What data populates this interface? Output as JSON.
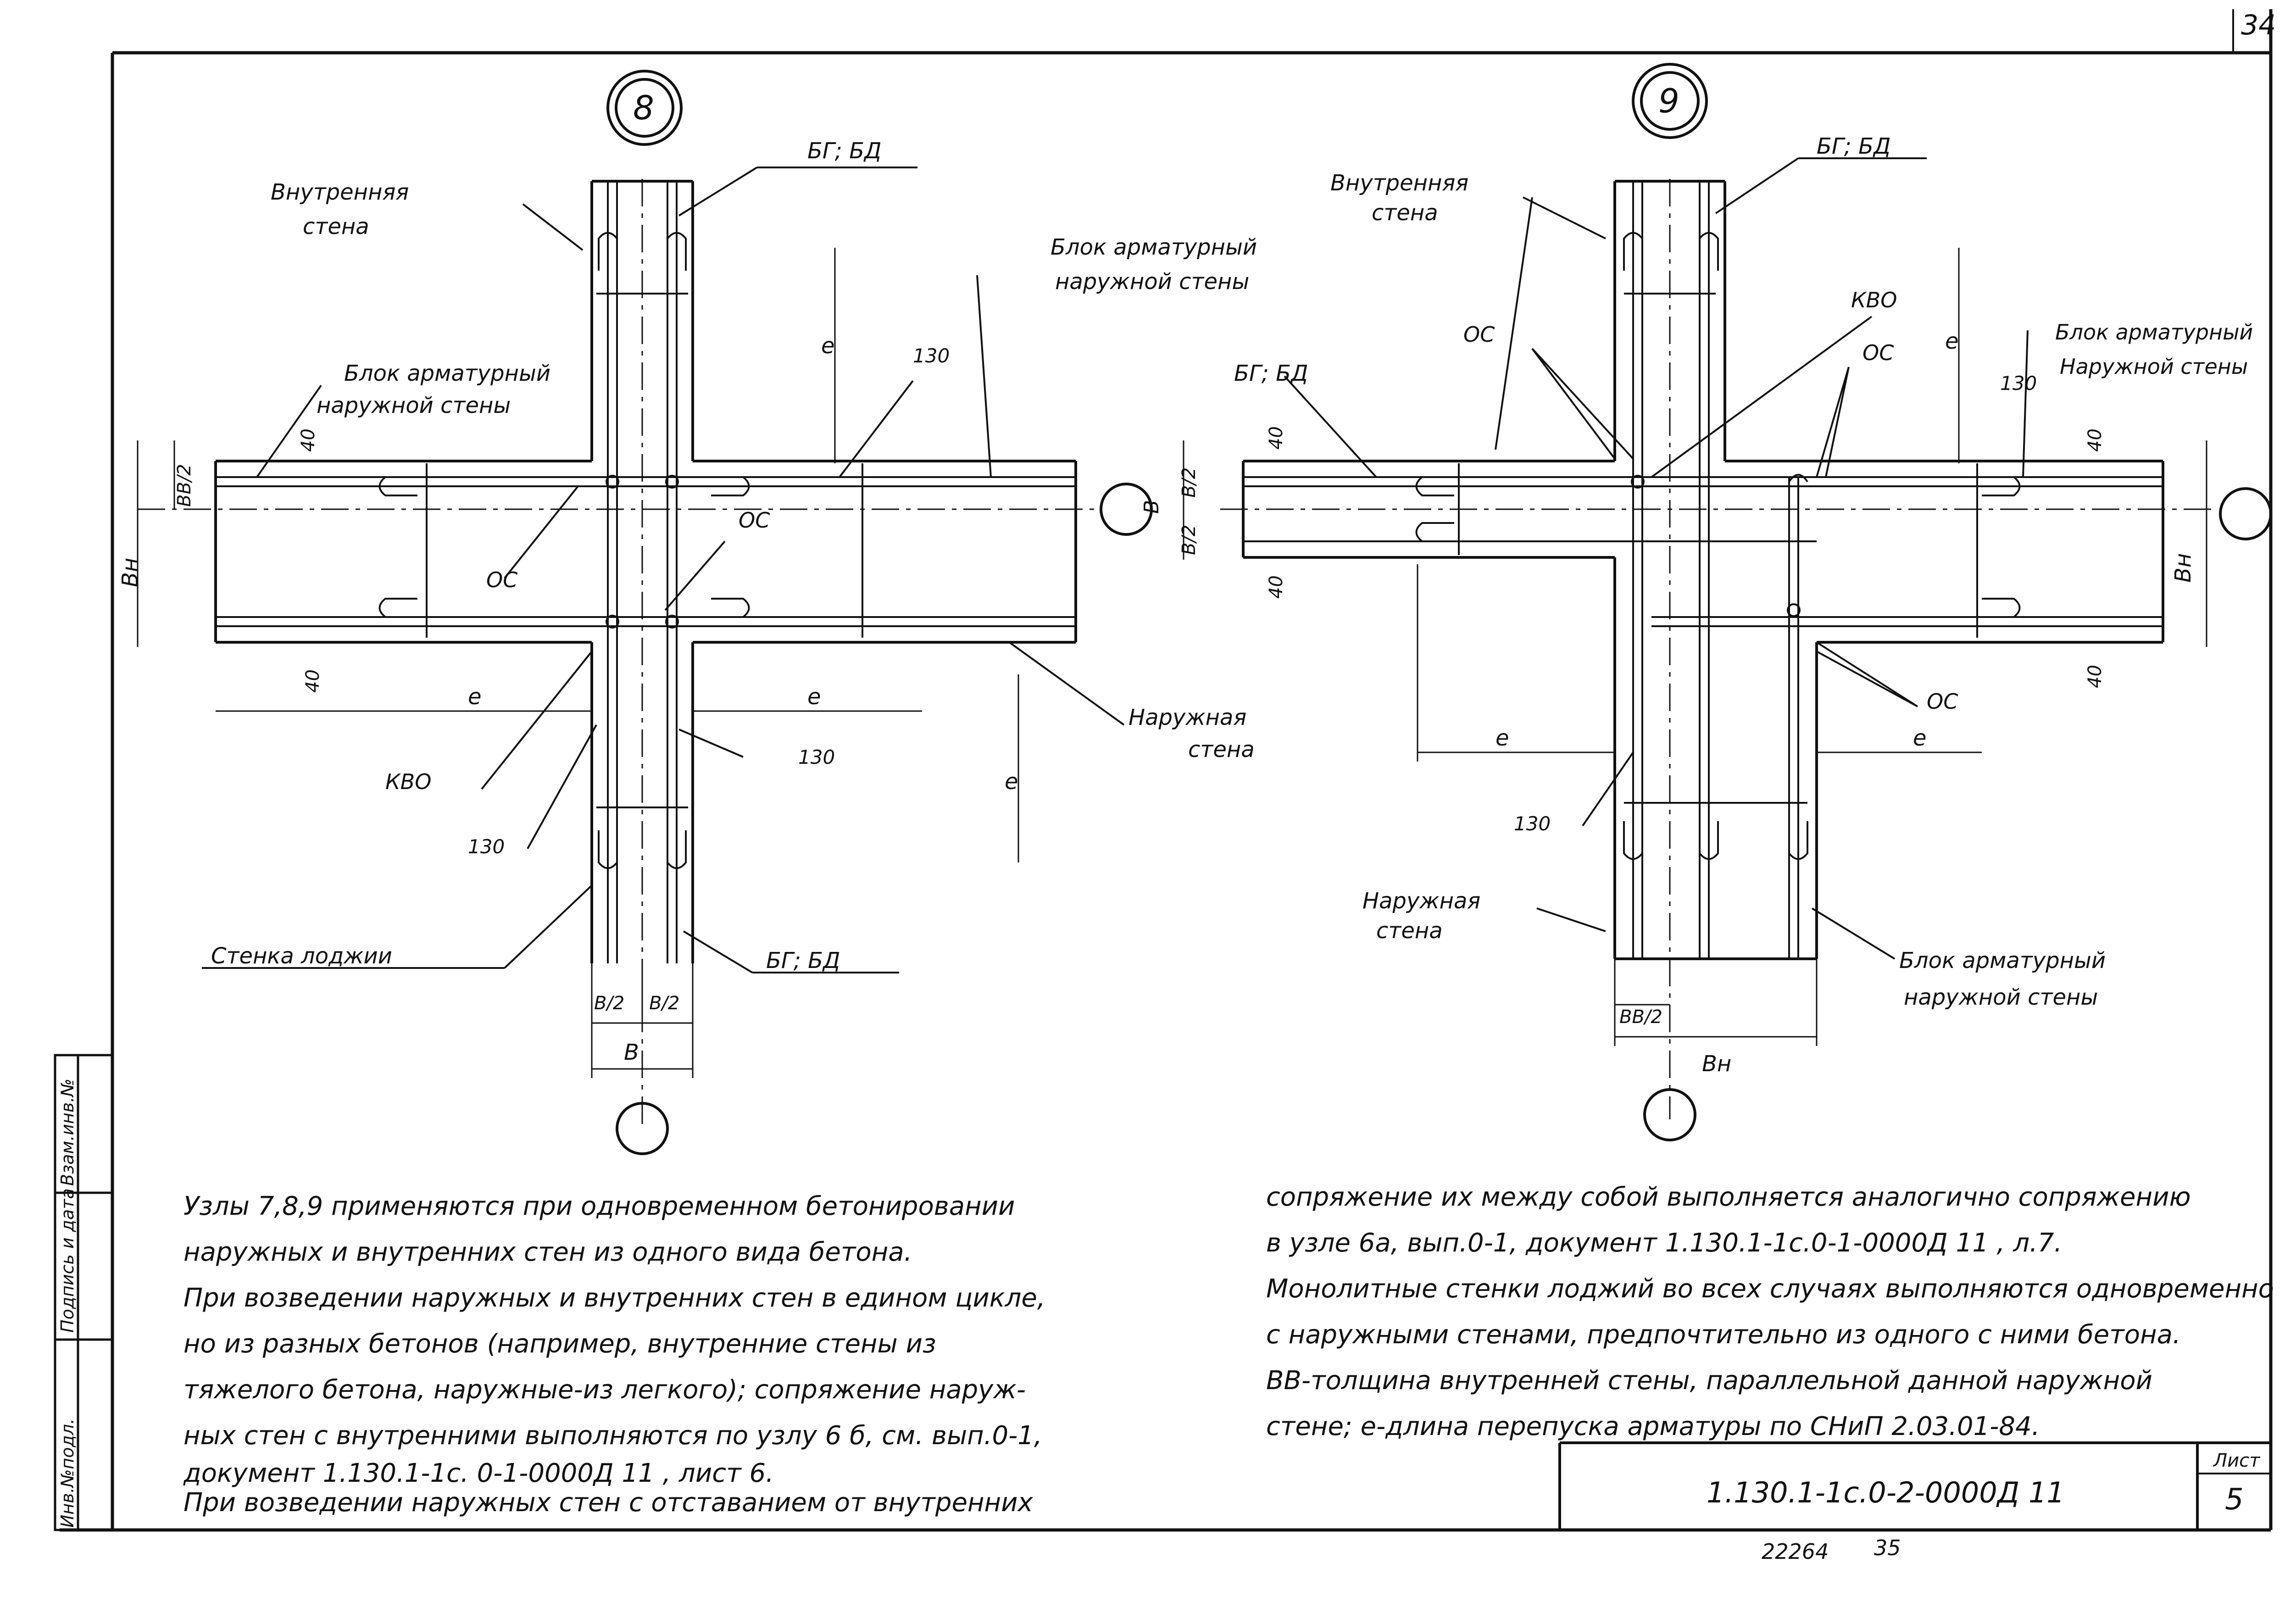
{
  "corner_mark": "34",
  "node_8": {
    "number": "8",
    "inner_wall_1": "Внутренняя",
    "inner_wall_2": "стена",
    "bg_bd_top": "БГ; БД",
    "block_right_1": "Блок арматурный",
    "block_right_2": "наружной стены",
    "block_left_1": "Блок арматурный",
    "block_left_2": "наружной стены",
    "dim_e": "е",
    "dim_130": "130",
    "dim_40": "40",
    "dim_bb2": "ВВ/2",
    "dim_bh": "Вн",
    "os": "ОС",
    "kvo": "КВО",
    "outer_wall_1": "Наружная",
    "outer_wall_2": "стена",
    "loggia_wall": "Стенка лоджии",
    "bg_bd_bottom": "БГ; БД",
    "b2": "В/2",
    "b": "В"
  },
  "node_9": {
    "number": "9",
    "inner_wall_1": "Внутренняя",
    "inner_wall_2": "стена",
    "bg_bd_top": "БГ; БД",
    "bg_bd_left": "БГ; БД",
    "kvo": "КВО",
    "os": "ОС",
    "dim_e": "е",
    "dim_130": "130",
    "dim_40": "40",
    "dim_b2": "В/2",
    "dim_b": "В",
    "dim_bh": "Вн",
    "block_right_1": "Блок арматурный",
    "block_right_2": "Наружной стены",
    "block_bottom_1": "Блок арматурный",
    "block_bottom_2": "наружной стены",
    "outer_wall_1": "Наружная",
    "outer_wall_2": "стена",
    "bb2": "ВВ/2"
  },
  "notes_left": [
    "Узлы 7,8,9 применяются при одновременном бетонировании",
    "наружных и внутренних стен из одного вида бетона.",
    "При возведении наружных и внутренних стен в едином цикле,",
    "но из разных бетонов (например, внутренние стены из",
    "тяжелого бетона, наружные-из легкого); сопряжение наруж-",
    "ных стен с внутренними выполняются по узлу 6 б, см. вып.0-1,",
    "документ 1.130.1-1с. 0-1-0000Д 11 , лист 6.",
    "При возведении наружных стен с отставанием от внутренних"
  ],
  "notes_right": [
    "сопряжение их между собой выполняется аналогично сопряжению",
    "в узле 6а, вып.0-1, документ 1.130.1-1с.0-1-0000Д 11 , л.7.",
    "Монолитные стенки лоджий во всех случаях выполняются одновременно",
    "с наружными стенами, предпочтительно из одного с ними бетона.",
    "ВВ-толщина внутренней стены, параллельной данной наружной",
    "стене; е-длина перепуска арматуры по СНиП 2.03.01-84."
  ],
  "side_stamp": {
    "inv_podl": "Инв.№подл.",
    "podpis": "Подпись и дата",
    "vzam": "Взам.инв.№"
  },
  "title_block": {
    "document_code": "1.130.1-1с.0-2-0000Д 11",
    "sheet_label": "Лист",
    "sheet_number": "5"
  },
  "footer": {
    "archive_number": "22264",
    "page_number": "35"
  }
}
